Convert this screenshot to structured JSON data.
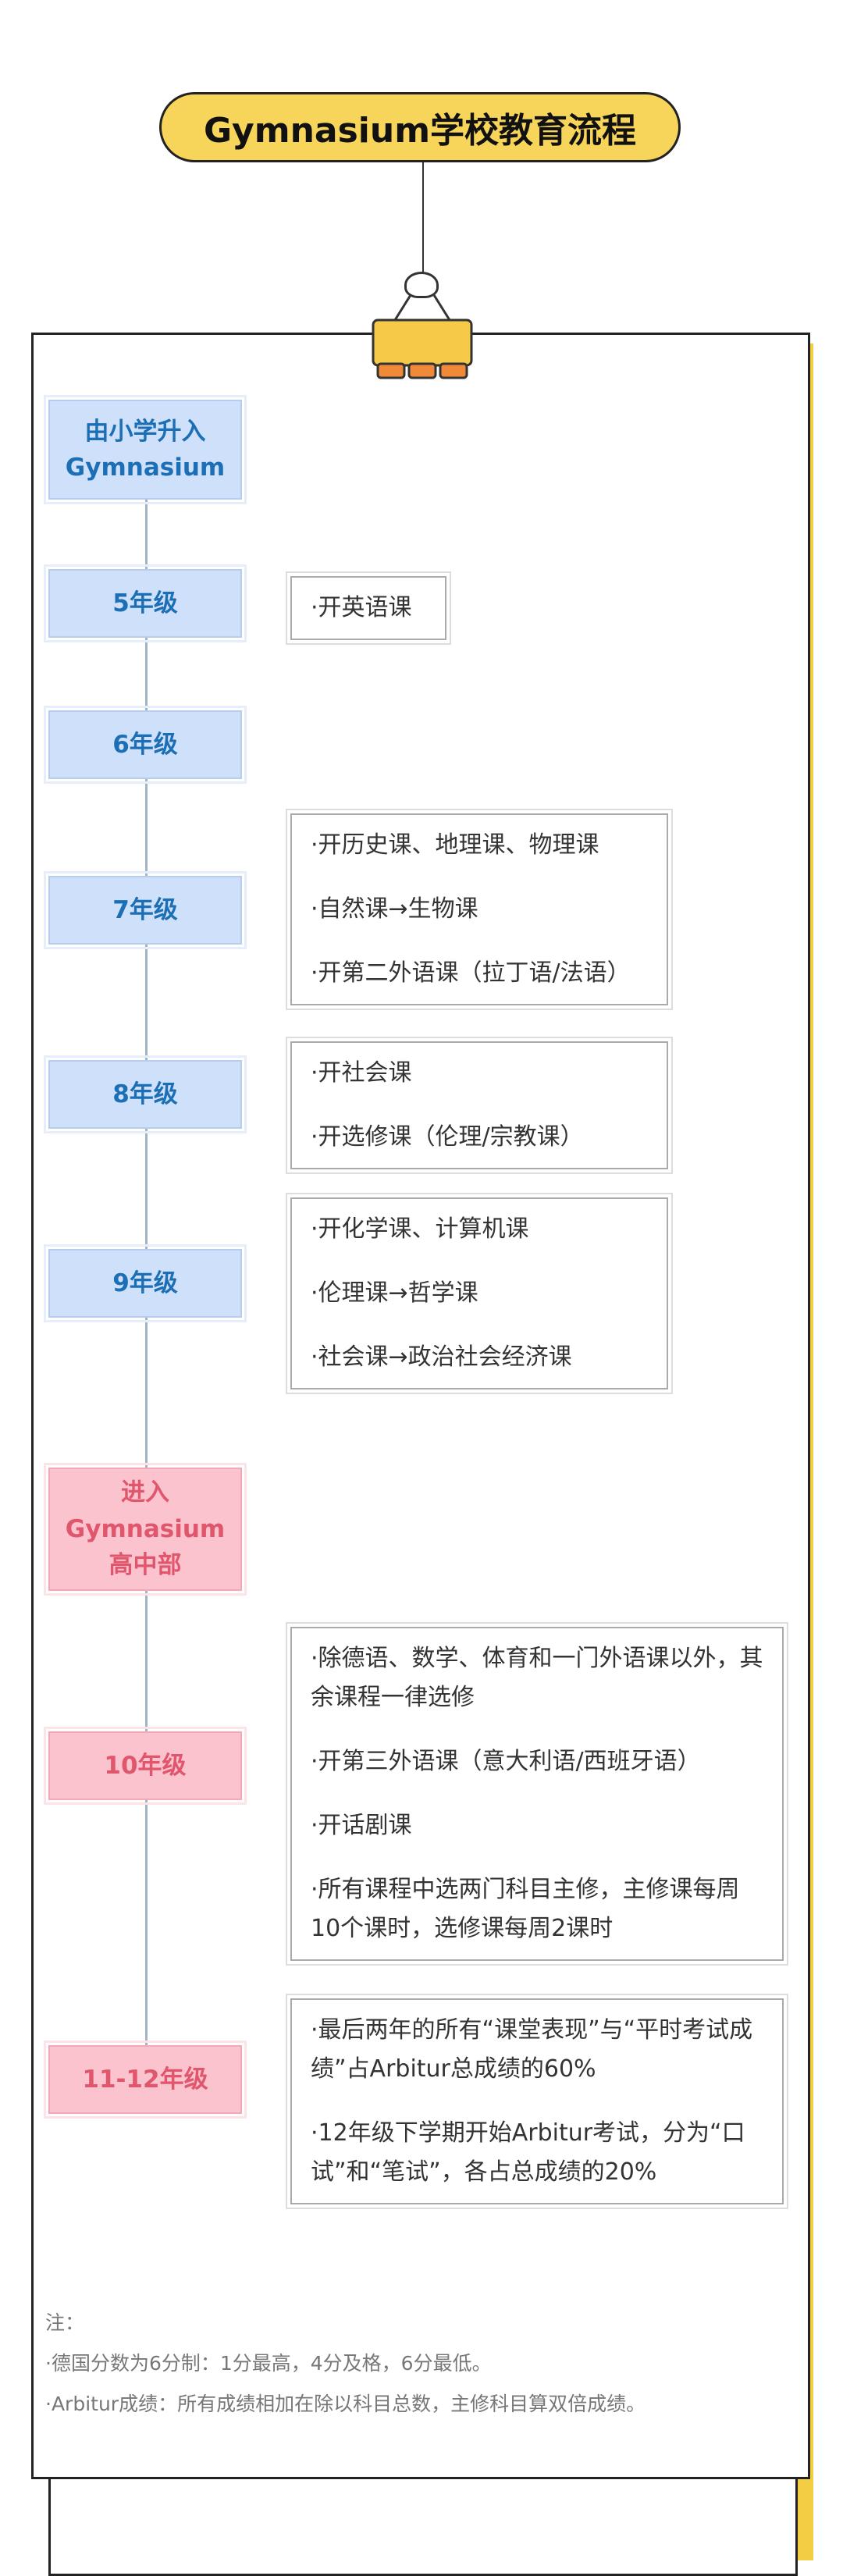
{
  "title": "Gymnasium学校教育流程",
  "colors": {
    "yellow": "#f7d45a",
    "blue_bg": "#cfe0fb",
    "blue_text": "#1d6fb5",
    "pink_bg": "#fbc3cd",
    "pink_text": "#e0566d",
    "clip": "#f7c948",
    "clip_tabs": "#f08a3a"
  },
  "icons": {
    "clip": "binder-clip-icon"
  },
  "timeline": [
    {
      "label": "由小学升入Gymnasium",
      "label_lines": [
        "由小学升入",
        "Gymnasium"
      ],
      "style": "blue"
    },
    {
      "label": "5年级",
      "style": "blue",
      "notes": [
        "·开英语课"
      ]
    },
    {
      "label": "6年级",
      "style": "blue"
    },
    {
      "label": "7年级",
      "style": "blue",
      "notes": [
        "·开历史课、地理课、物理课",
        "·自然课→生物课",
        "·开第二外语课（拉丁语/法语）"
      ]
    },
    {
      "label": "8年级",
      "style": "blue",
      "notes": [
        "·开社会课",
        "·开选修课（伦理/宗教课）"
      ]
    },
    {
      "label": "9年级",
      "style": "blue",
      "notes": [
        "·开化学课、计算机课",
        "·伦理课→哲学课",
        "·社会课→政治社会经济课"
      ]
    },
    {
      "label": "进入Gymnasium高中部",
      "label_lines": [
        "进入",
        "Gymnasium",
        "高中部"
      ],
      "style": "pink"
    },
    {
      "label": "10年级",
      "style": "pink",
      "notes": [
        "·除德语、数学、体育和一门外语课以外，其余课程一律选修",
        "·开第三外语课（意大利语/西班牙语）",
        "·开话剧课",
        "·所有课程中选两门科目主修，主修课每周10个课时，选修课每周2课时"
      ]
    },
    {
      "label": "11-12年级",
      "style": "pink",
      "notes": [
        "·最后两年的所有“课堂表现”与“平时考试成绩”占Arbitur总成绩的60%",
        "·12年级下学期开始Arbitur考试，分为“口试”和“笔试”，各占总成绩的20%"
      ]
    }
  ],
  "footnotes": {
    "heading": "注：",
    "items": [
      "·德国分数为6分制：1分最高，4分及格，6分最低。",
      "·Arbitur成绩：所有成绩相加在除以科目总数，主修科目算双倍成绩。"
    ]
  }
}
